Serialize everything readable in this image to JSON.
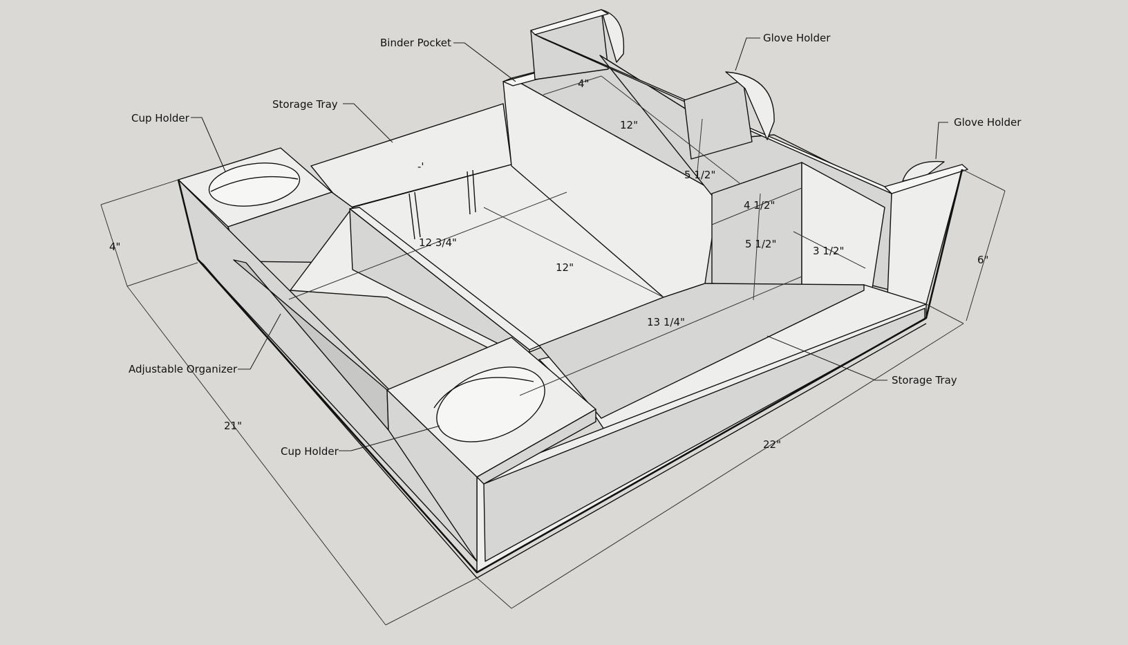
{
  "callouts": {
    "binder_pocket": "Binder Pocket",
    "glove_holder_top": "Glove Holder",
    "glove_holder_right": "Glove Holder",
    "storage_tray_back": "Storage Tray",
    "storage_tray_front": "Storage Tray",
    "cup_holder_back": "Cup Holder",
    "cup_holder_front": "Cup Holder",
    "adjustable_organizer": "Adjustable Organizer"
  },
  "dimensions": {
    "pocket_width": "4\"",
    "pocket_length": "12\"",
    "pocket_height": "5 1/2\"",
    "shelf_depth": "4 1/2\"",
    "shelf_height": "5 1/2\"",
    "shelf_width": "3 1/2\"",
    "tray_span": "12 3/4\"",
    "floor_length": "12\"",
    "front_span": "13 1/4\"",
    "overall_height_left": "4\"",
    "overall_height_right": "6\"",
    "overall_depth": "21\"",
    "overall_width": "22\"",
    "stray_mark": "-'"
  },
  "colors": {
    "background": "#dad9d5",
    "face_light": "#eeeeec",
    "face_mid": "#d6d6d4",
    "face_dark": "#c7c7c5",
    "line": "#111111"
  }
}
